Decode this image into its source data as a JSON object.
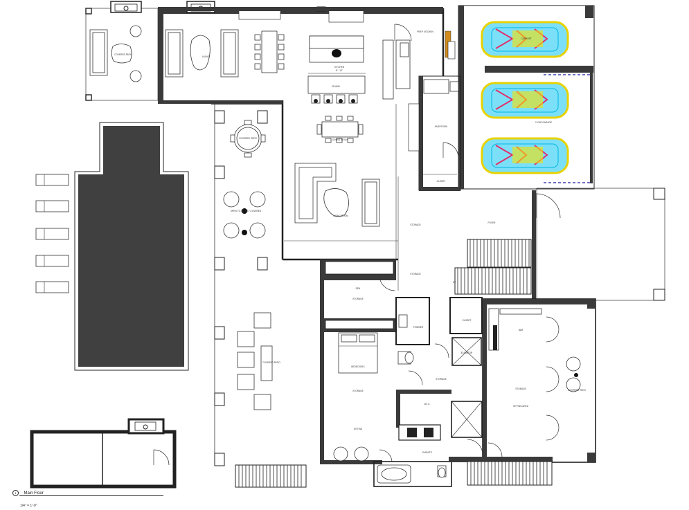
{
  "drawing": {
    "title": "Main Floor",
    "scale": "1/4\" = 1'-0\"",
    "marker": "1"
  },
  "rooms": {
    "covered_patio_top": "COVERED PATIO",
    "living_top": "LIVING",
    "kitchen": "KITCHEN",
    "kitchen_dim": "8' - 10\"",
    "island": "ISLAND",
    "prep_kitchen": "PREP KITCHEN",
    "carport": "CARPORT",
    "two_car_garage": "2 CAR GARAGE",
    "mud_room": "MUD ROOM",
    "closet_small": "CLOSET",
    "covered_patio_mid": "COVERED PATIO",
    "open_to_above": "OPEN TO ABOVE / COVERED",
    "dining_room": "DINING ROOM",
    "living_room": "LIVING ROOM",
    "foyer": "FOYER",
    "den": "DEN",
    "powder": "POWDER",
    "closet": "CLOSET",
    "elevator": "ELEVATOR",
    "bar": "BAR",
    "bedroom": "BEDROOM 5",
    "covered_patio_low": "COVERED PATIO",
    "wic": "W.I.C.",
    "sitting_area": "SITTING AREA",
    "sitting": "SITTING",
    "ensuite": "ENSUITE",
    "patio_right": "COVERED PATIO"
  }
}
